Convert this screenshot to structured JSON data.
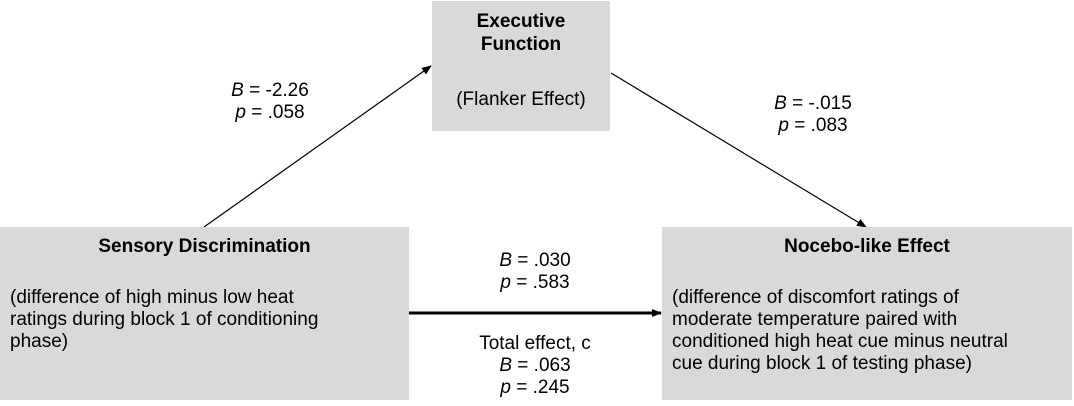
{
  "nodes": {
    "executive": {
      "title_line1": "Executive",
      "title_line2": "Function",
      "subtitle": "(Flanker Effect)"
    },
    "sensory": {
      "title": "Sensory Discrimination",
      "body_line1": "(difference of high minus low heat",
      "body_line2": "ratings during block 1 of conditioning",
      "body_line3": "phase)"
    },
    "nocebo": {
      "title": "Nocebo-like Effect",
      "body_line1": "(difference of discomfort ratings of",
      "body_line2": "moderate temperature paired with",
      "body_line3": "conditioned high heat cue minus neutral",
      "body_line4": "cue during block 1 of testing phase)"
    }
  },
  "paths": {
    "a": {
      "b_label": "B",
      "b_value": " = -2.26",
      "p_label": "p",
      "p_value": " = .058"
    },
    "b": {
      "b_label": "B",
      "b_value": " = -.015",
      "p_label": "p",
      "p_value": " = .083"
    },
    "c_prime": {
      "b_label": "B",
      "b_value": " = .030",
      "p_label": "p",
      "p_value": " = .583"
    },
    "total": {
      "label": "Total effect, c",
      "b_label": "B",
      "b_value": " = .063",
      "p_label": "p",
      "p_value": " = .245"
    }
  }
}
